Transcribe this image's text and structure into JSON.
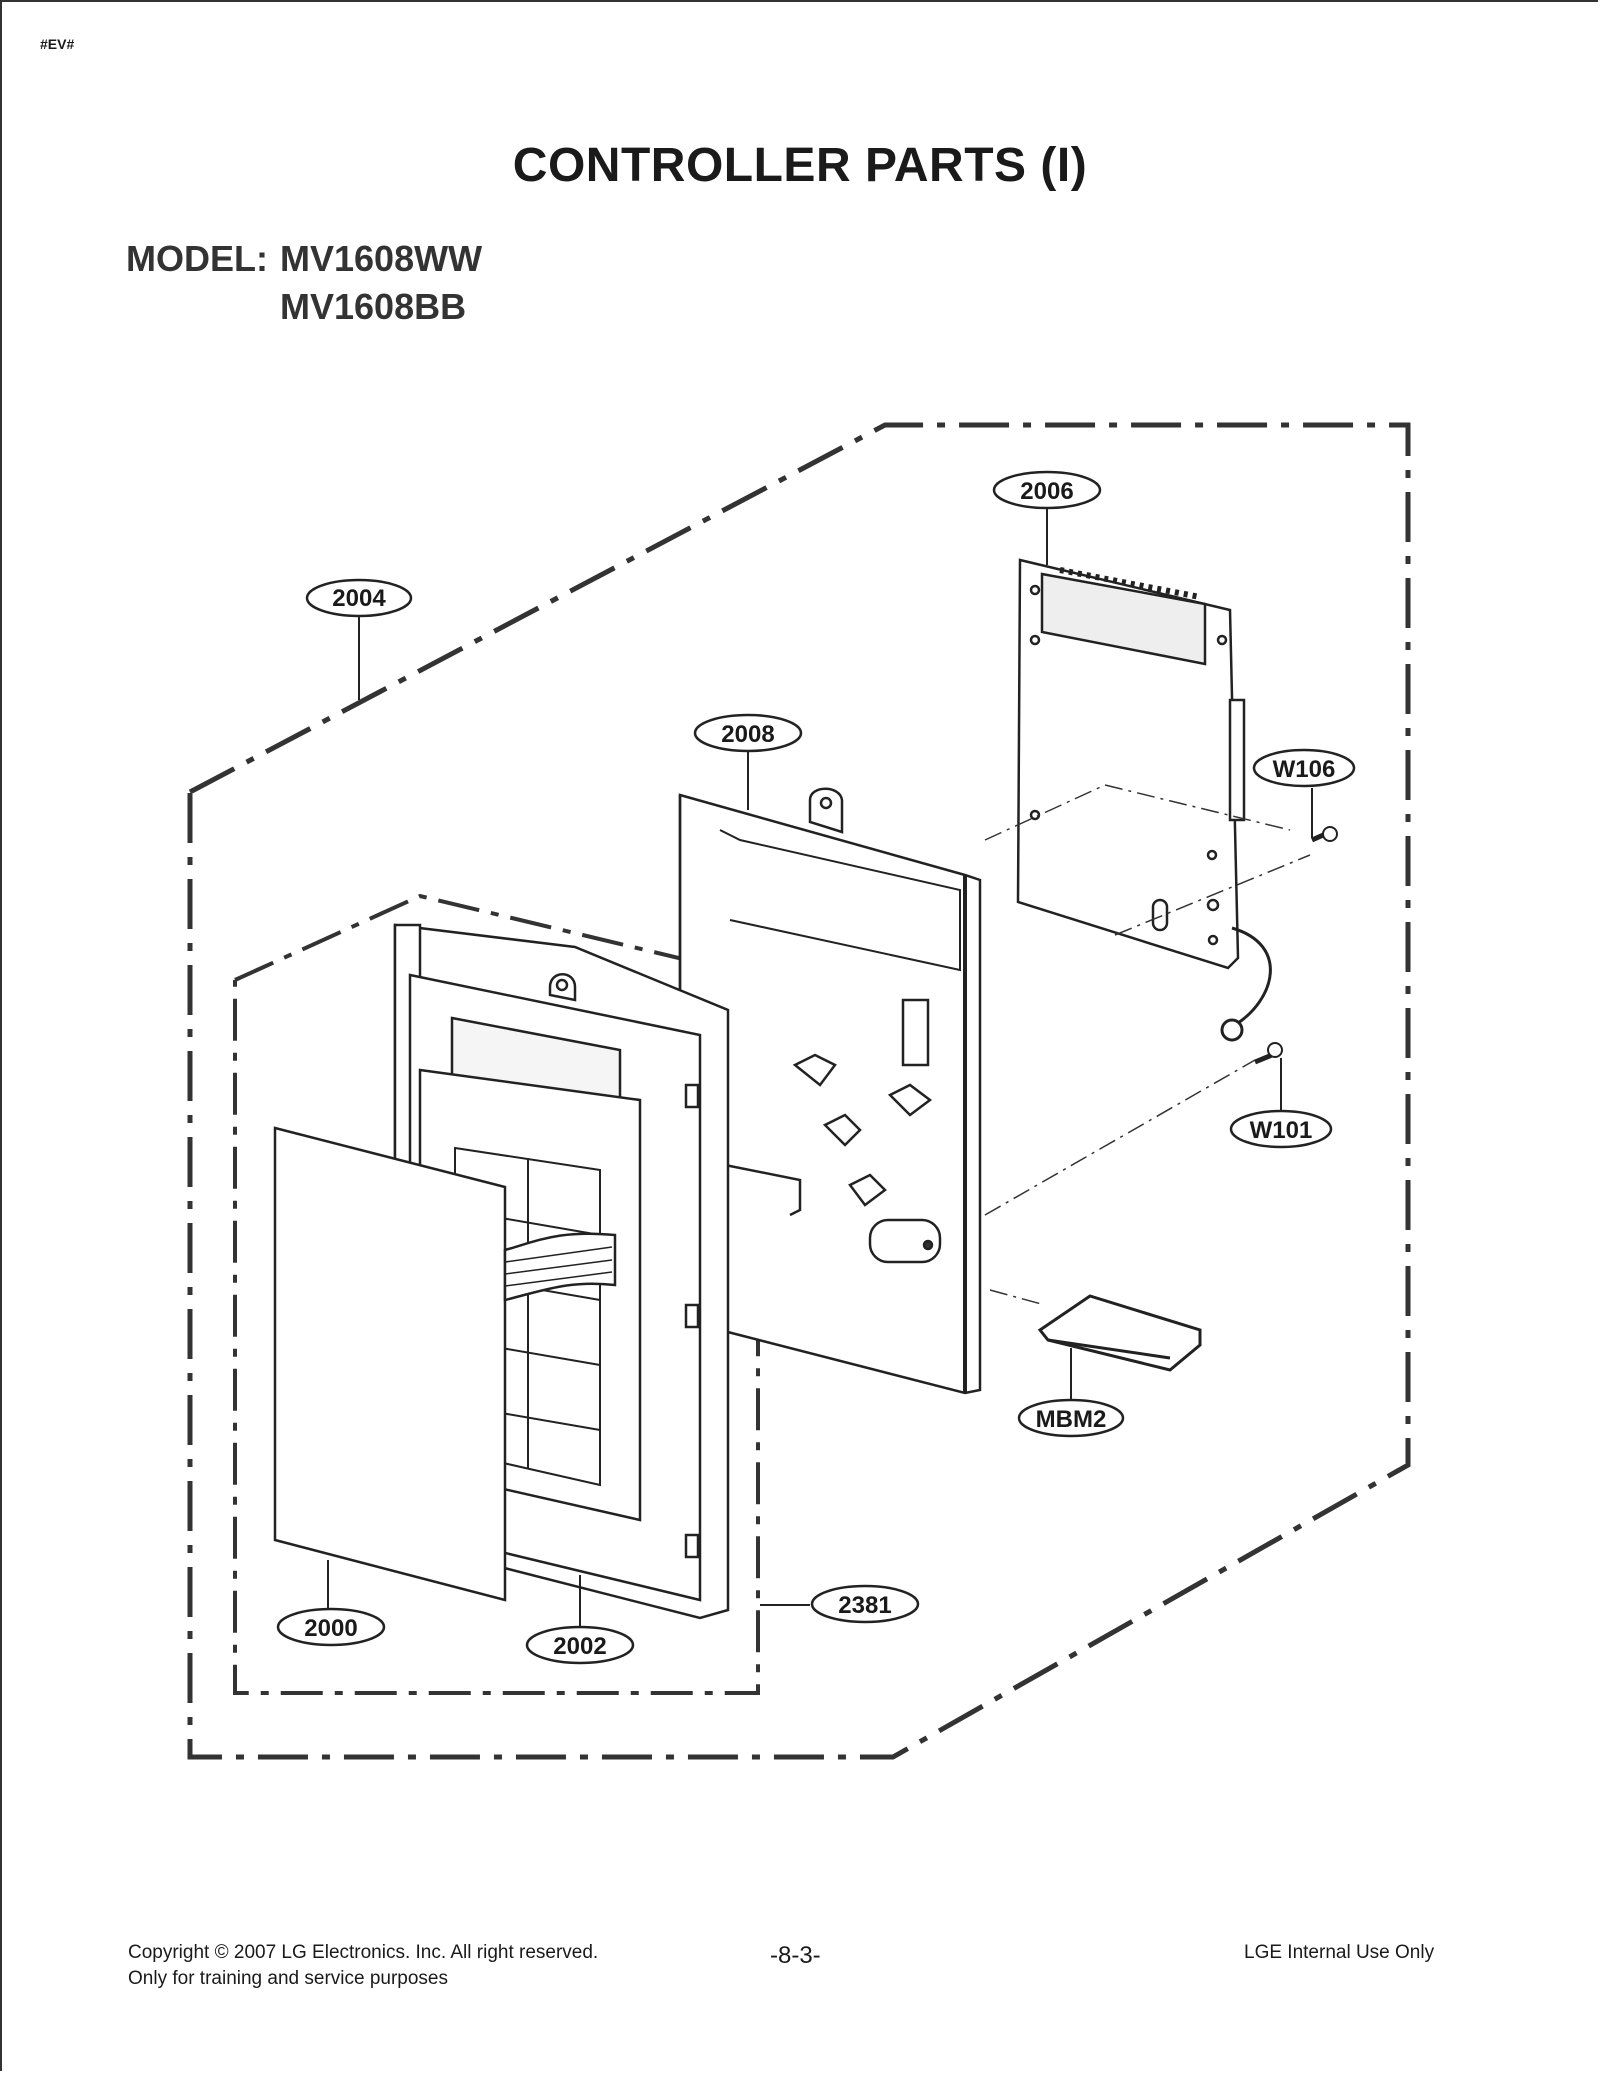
{
  "header": {
    "tag": "#EV#",
    "title": "CONTROLLER PARTS (I)"
  },
  "model": {
    "label": "MODEL:",
    "numbers": [
      "MV1608WW",
      "MV1608BB"
    ]
  },
  "callouts": {
    "c2004": "2004",
    "c2006": "2006",
    "c2008": "2008",
    "cW106": "W106",
    "cW101": "W101",
    "cMBM2": "MBM2",
    "c2381": "2381",
    "c2000": "2000",
    "c2002": "2002"
  },
  "footer": {
    "copyright": "Copyright © 2007 LG Electronics. Inc. All right reserved.",
    "purpose": "Only for training and service purposes",
    "page": "-8-3-",
    "notice": "LGE Internal Use Only"
  }
}
